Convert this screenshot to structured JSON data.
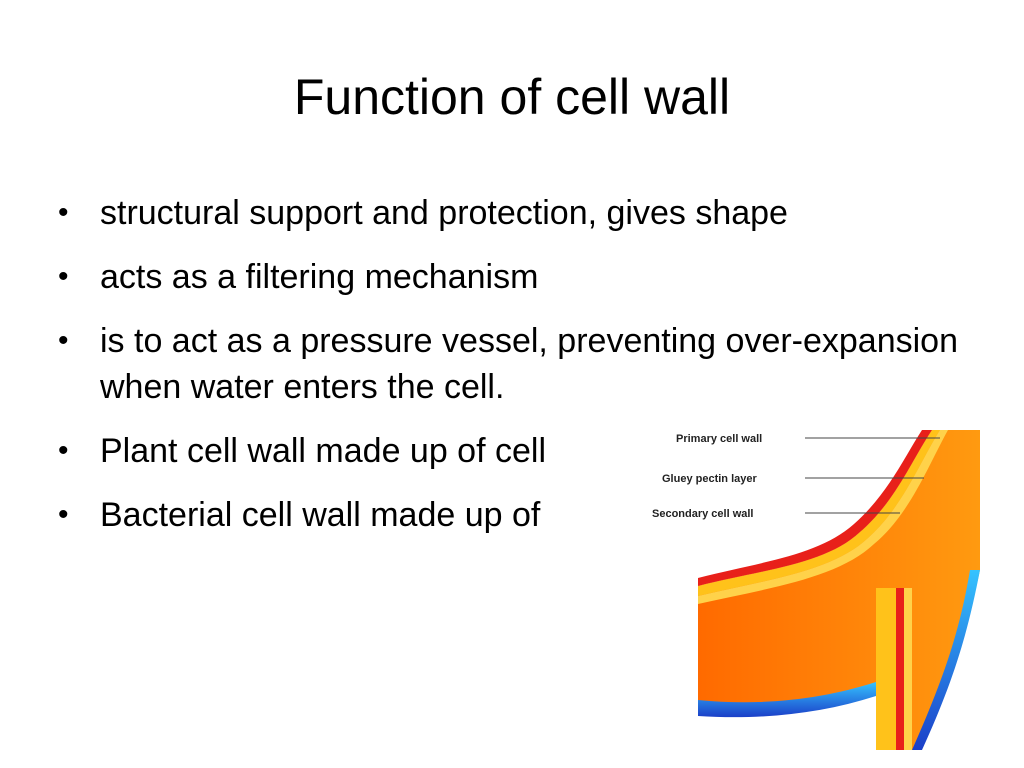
{
  "slide": {
    "title": "Function of cell wall",
    "bullets": [
      "structural support and protection, gives shape",
      "acts as a filtering mechanism",
      "is to act as a pressure vessel, preventing over-expansion when water enters the cell.",
      "Plant cell wall made up of cell",
      "Bacterial cell wall made up of"
    ],
    "bullet_glyph": "•"
  },
  "figure": {
    "labels": {
      "primary": "Primary cell wall",
      "pectin": "Gluey pectin layer",
      "secondary": "Secondary cell wall"
    },
    "colors": {
      "orange": "#ff7a00",
      "red": "#e8201a",
      "yellow": "#ffc21a",
      "blue": "#1fa3e6",
      "dark_blue": "#1c4fd1"
    }
  }
}
